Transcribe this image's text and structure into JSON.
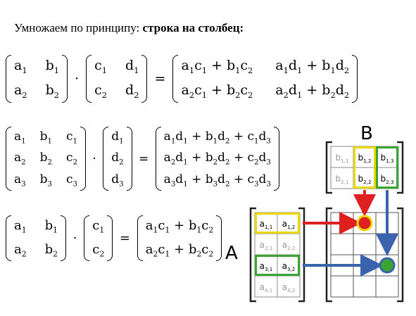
{
  "heading": {
    "intro": "Умножаем по принципу: ",
    "rule": "строка на столбец:"
  },
  "eq1": {
    "m1": [
      "a1",
      "b1",
      "a2",
      "b2"
    ],
    "m2": [
      "c1",
      "d1",
      "c2",
      "d2"
    ],
    "result": [
      "a1c1 + b1c2",
      "a1d1 + b1d2",
      "a2c1 + b2c2",
      "a2d1 + b2d2"
    ]
  },
  "eq2": {
    "m1": [
      "a1",
      "b1",
      "c1",
      "a2",
      "b2",
      "c2",
      "a3",
      "b3",
      "c3"
    ],
    "m2": [
      "d1",
      "d2",
      "d3"
    ],
    "result": [
      "a1d1 + b1d2 + c1d3",
      "a2d1 + b2d2 + c2d3",
      "a3d1 + b3d2 + c3d3"
    ]
  },
  "eq3": {
    "m1": [
      "a1",
      "b1",
      "a2",
      "b2"
    ],
    "m2": [
      "c1",
      "c2"
    ],
    "result": [
      "a1c1 + b1c2",
      "a2c1 + b2c2"
    ]
  },
  "operators": {
    "dot": "·",
    "equals": "="
  },
  "diagram": {
    "label_a": "A",
    "label_b": "B",
    "matrix_b": [
      [
        "b1,1",
        "b1,2",
        "b1,3"
      ],
      [
        "b2,1",
        "b2,2",
        "b2,3"
      ]
    ],
    "matrix_a": [
      [
        "a1,1",
        "a1,2"
      ],
      [
        "a2,1",
        "a2,2"
      ],
      [
        "a3,1",
        "a3,2"
      ],
      [
        "a4,1",
        "a4,2"
      ]
    ],
    "colors": {
      "yellow": "#e8d800",
      "green": "#3aa531",
      "red": "#e02020",
      "blue": "#3b62ad",
      "faded": "#999999",
      "grid_line": "#555555"
    }
  }
}
